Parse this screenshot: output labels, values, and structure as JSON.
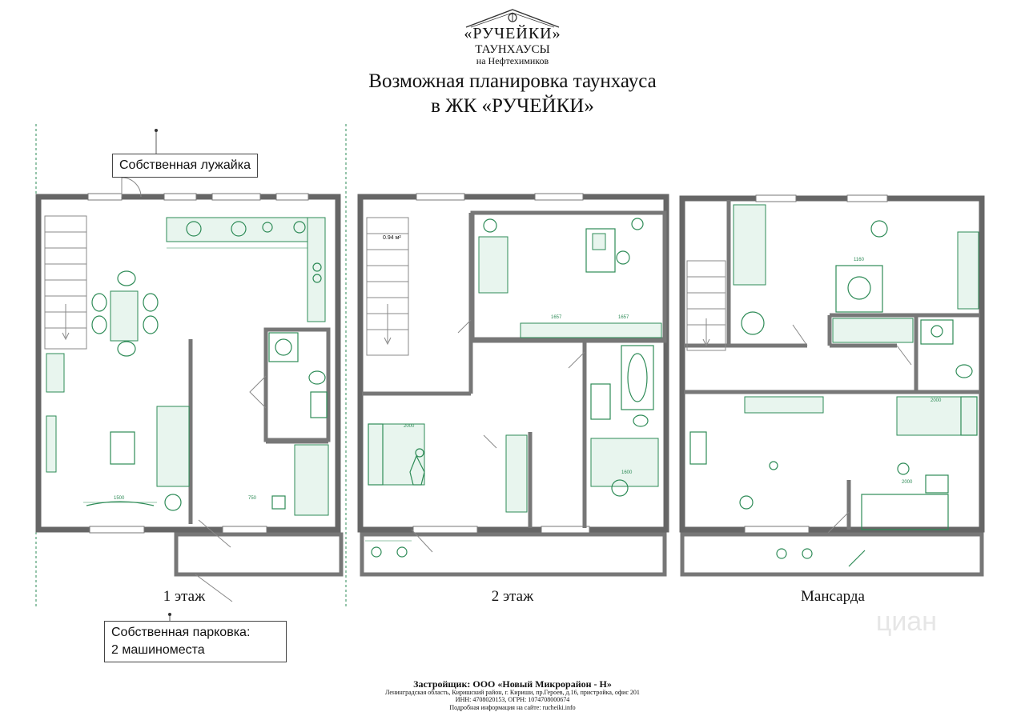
{
  "logo": {
    "name": "«РУЧЕЙКИ»",
    "subtitle": "ТАУНХАУСЫ",
    "subtitle2": "на Нефтехимиков"
  },
  "title": {
    "line1": "Возможная планировка таунхауса",
    "line2": "в ЖК «РУЧЕЙКИ»"
  },
  "callouts": {
    "lawn": "Собственная лужайка",
    "parking_line1": "Собственная парковка:",
    "parking_line2": "2 машиноместа"
  },
  "floors": {
    "first": "1 этаж",
    "second": "2 этаж",
    "attic": "Мансарда"
  },
  "footer": {
    "developer": "Застройщик: ООО «Новый Микрорайон - Н»",
    "address": "Ленинградская область, Киришский район, г. Кириши, пр.Героев, д.16, пристройка, офис 201",
    "ids": "ИНН: 4708020153, ОГРН: 1074708000674",
    "info": "Подробная информация на сайте: rucheiki.info"
  },
  "dimensions": {
    "stair_area": "0.94 м²",
    "d1500": "1500",
    "d1657a": "1657",
    "d1657b": "1657",
    "d2000": "2000",
    "d1600": "1600",
    "d1160": "1160",
    "d2000b": "2000",
    "d2000c": "2000",
    "d750": "750"
  },
  "watermark": "циан",
  "colors": {
    "furniture": "#2e8b57",
    "walls": "#666666"
  }
}
